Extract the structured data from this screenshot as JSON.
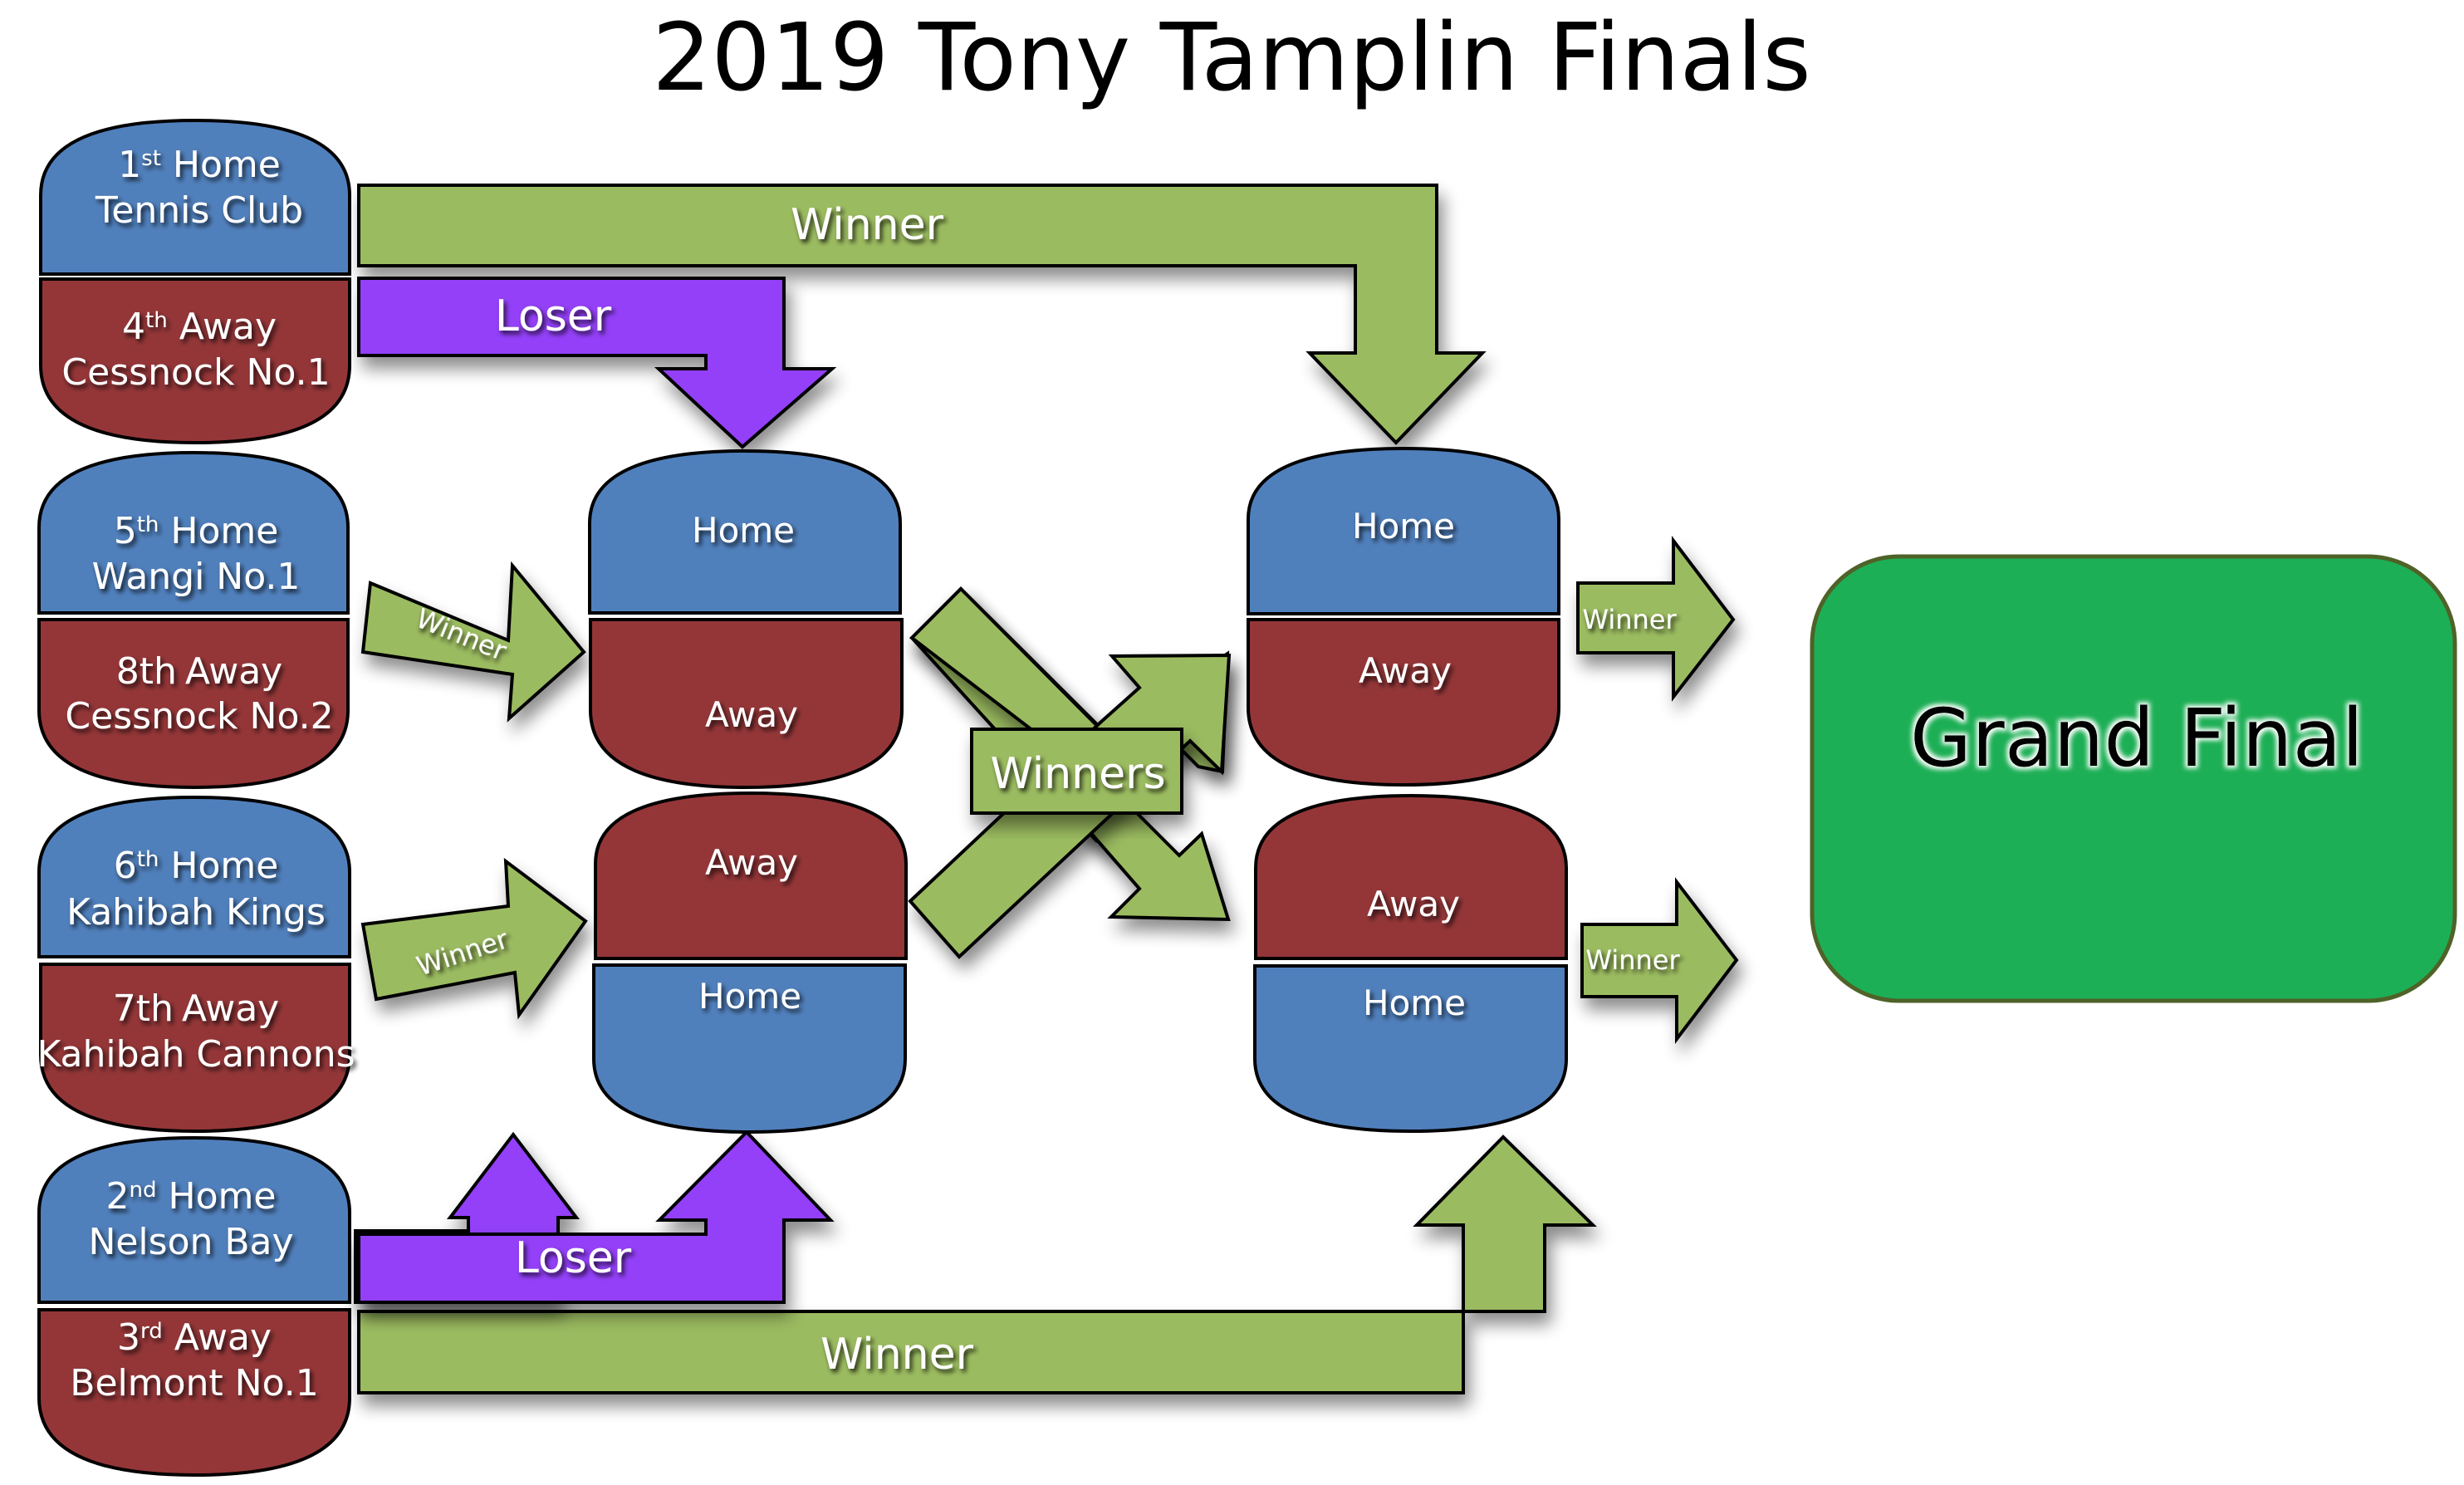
{
  "title": "2019 Tony Tamplin Finals",
  "colors": {
    "home": "#5080bc",
    "away": "#943638",
    "winner_arrow": "#9bbb61",
    "loser_arrow": "#9340f8",
    "grand_final": "#1daf55",
    "grand_final_border": "#4f6228"
  },
  "round1": [
    {
      "home": {
        "rank": "1",
        "suffix": "st",
        "role": "Home",
        "team": "Tennis Club"
      },
      "away": {
        "rank": "4",
        "suffix": "th",
        "role": "Away",
        "team": "Cessnock No.1"
      }
    },
    {
      "home": {
        "rank": "5",
        "suffix": "th",
        "role": "Home",
        "team": "Wangi No.1"
      },
      "away": {
        "rank": "8th",
        "suffix": "",
        "role": "Away",
        "team": "Cessnock No.2"
      }
    },
    {
      "home": {
        "rank": "6",
        "suffix": "th",
        "role": "Home",
        "team": "Kahibah Kings"
      },
      "away": {
        "rank": "7th",
        "suffix": "",
        "role": "Away",
        "team": "Kahibah Cannons"
      }
    },
    {
      "home": {
        "rank": "2",
        "suffix": "nd",
        "role": "Home",
        "team": "Nelson Bay"
      },
      "away": {
        "rank": "3",
        "suffix": "rd",
        "role": "Away",
        "team": "Belmont No.1"
      }
    }
  ],
  "round2": [
    {
      "top": "Home",
      "bottom": "Away"
    },
    {
      "top": "Away",
      "bottom": "Home"
    }
  ],
  "round3": [
    {
      "top": "Home",
      "bottom": "Away"
    },
    {
      "top": "Away",
      "bottom": "Home"
    }
  ],
  "arrows": {
    "top_winner": "Winner",
    "top_loser": "Loser",
    "qf1_winner": "Winner",
    "qf2_winner": "Winner",
    "bottom_loser": "Loser",
    "bottom_winner": "Winner",
    "cross_winners": "Winners",
    "sf1_winner": "Winner",
    "sf2_winner": "Winner"
  },
  "grand_final": "Grand Final"
}
